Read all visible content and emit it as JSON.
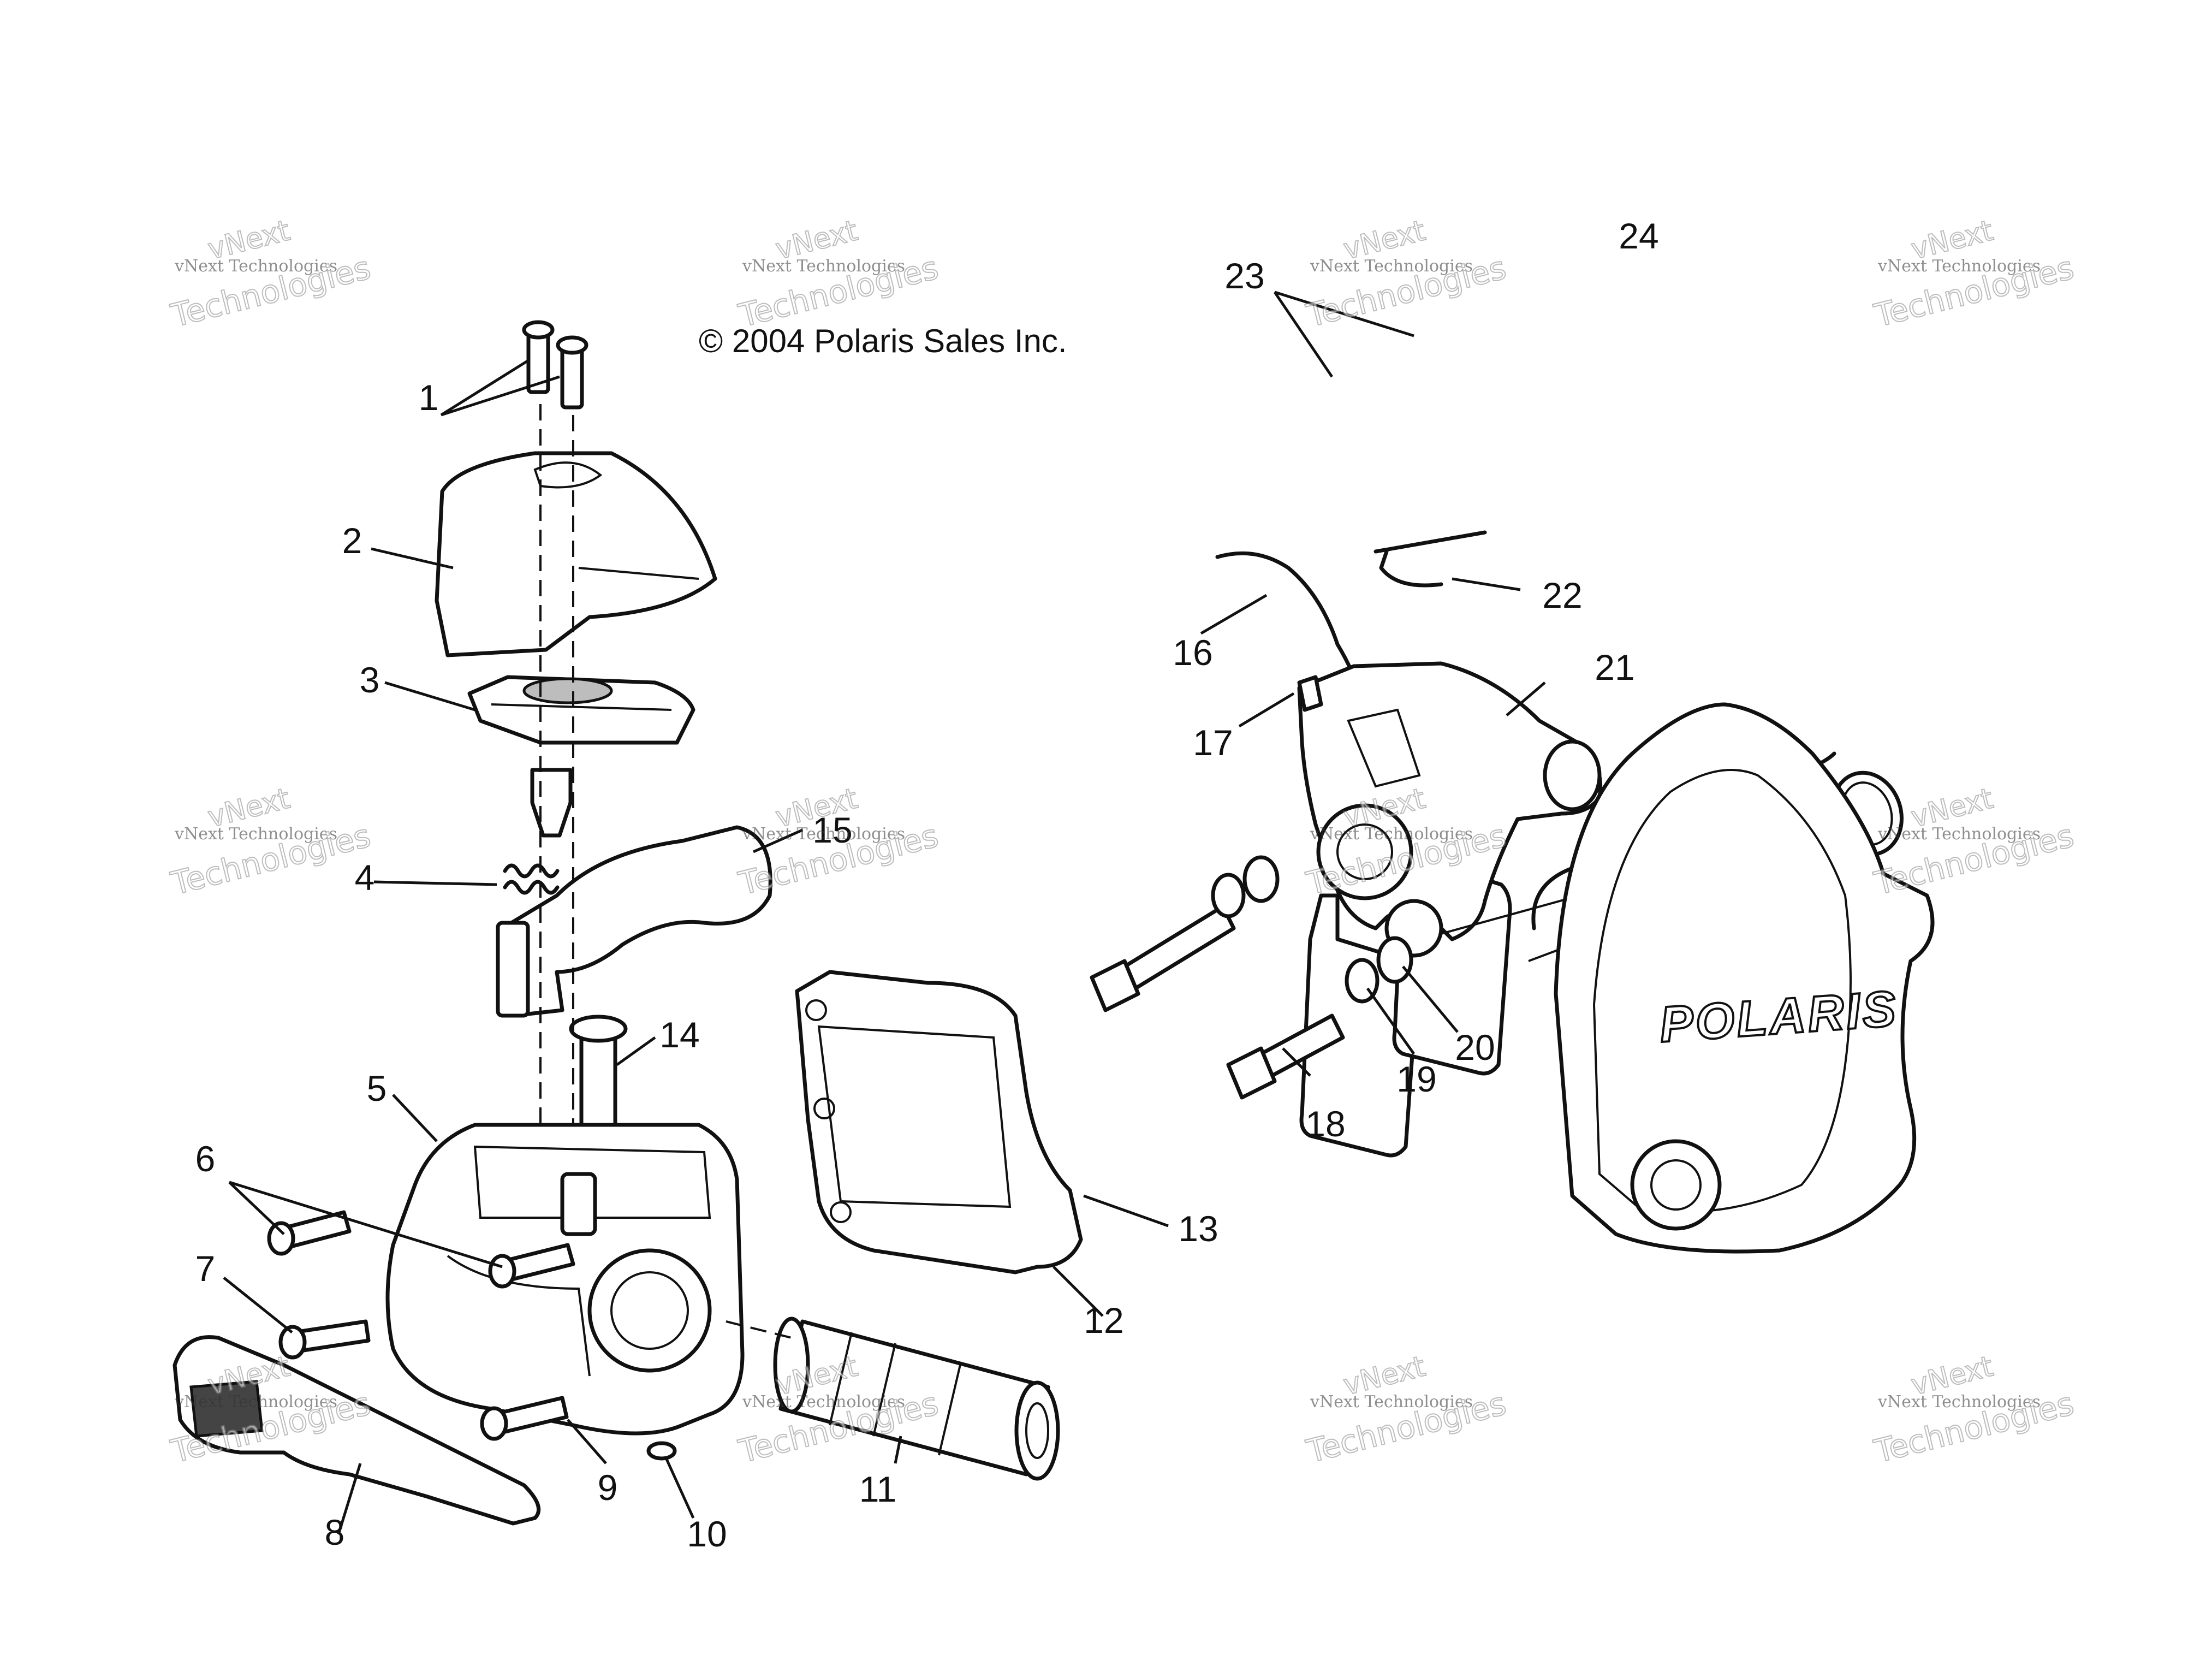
{
  "copyright": "© 2004 Polaris Sales Inc.",
  "brand_logo": "POLARIS",
  "watermark": {
    "line1": "vNext",
    "line2": "vNext Technologies",
    "line3": "Technologies"
  },
  "callouts": [
    "1",
    "2",
    "3",
    "4",
    "5",
    "6",
    "7",
    "8",
    "9",
    "10",
    "11",
    "12",
    "13",
    "14",
    "15",
    "16",
    "17",
    "18",
    "19",
    "20",
    "21",
    "22",
    "23",
    "24"
  ]
}
